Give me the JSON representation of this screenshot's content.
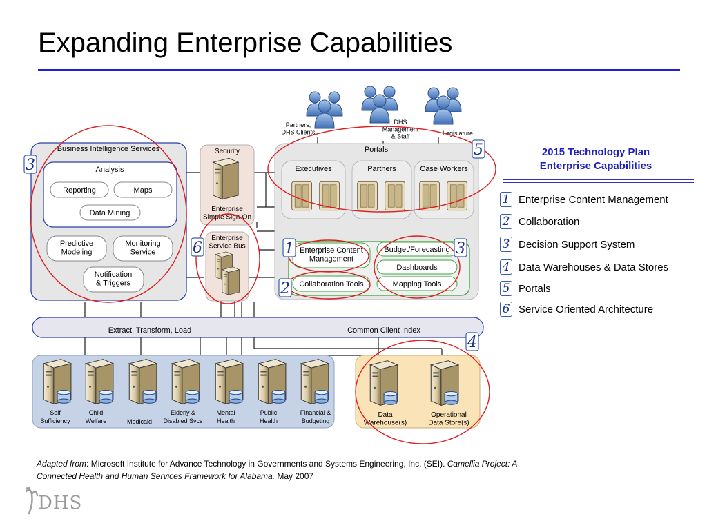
{
  "title": "Expanding Enterprise Capabilities",
  "diagram": {
    "users": {
      "partners": "Partners,\nDHS Clients",
      "management": "DHS\nManagement\n& Staff",
      "legislature": "Legislature"
    },
    "bi": {
      "title": "Business Intelligence Services",
      "analysis": "Analysis",
      "reporting": "Reporting",
      "maps": "Maps",
      "data_mining": "Data Mining",
      "predictive": "Predictive\nModeling",
      "monitoring": "Monitoring\nService",
      "notification": "Notification\n& Triggers"
    },
    "security": {
      "title": "Security",
      "sso": "Enterprise\nSimple Sign-On"
    },
    "esb": "Enterprise\nService Bus",
    "portals": {
      "title": "Portals",
      "executives": "Executives",
      "partners": "Partners",
      "case_workers": "Case Workers"
    },
    "content": {
      "ecm": "Enterprise Content\nManagement",
      "collab": "Collaboration Tools",
      "budget": "Budget/Forecasting",
      "dashboards": "Dashboards",
      "mapping": "Mapping Tools"
    },
    "etl": "Extract, Transform, Load",
    "cci": "Common Client Index",
    "systems": [
      "Self\nSufficiency",
      "Child\nWelfare",
      "Medicaid",
      "Elderly &\nDisabled Svcs",
      "Mental\nHealth",
      "Public\nHealth",
      "Financial &\nBudgeting"
    ],
    "warehouse": "Data\nWarehouse(s)",
    "ods": "Operational\nData Store(s)",
    "markers": [
      "1",
      "2",
      "3",
      "3",
      "4",
      "5",
      "6"
    ]
  },
  "sidebar": {
    "title_line1": "2015 Technology Plan",
    "title_line2": "Enterprise Capabilities",
    "items": [
      {
        "num": "1",
        "label": "Enterprise Content Management"
      },
      {
        "num": "2",
        "label": "Collaboration"
      },
      {
        "num": "3",
        "label": "Decision Support System"
      },
      {
        "num": "4",
        "label": "Data Warehouses & Data Stores"
      },
      {
        "num": "5",
        "label": "Portals"
      },
      {
        "num": "6",
        "label": "Service Oriented Architecture"
      }
    ]
  },
  "footnote": {
    "adapted": "Adapted from",
    "source": ": Microsoft Institute for Advance Technology in Governments and Systems Engineering, Inc. (SEI). ",
    "project": "Camellia Project: A Connected Health and Human Services Framework for Alabama.",
    "date": " May 2007"
  },
  "logo": "DHS",
  "colors": {
    "accent_blue": "#1f1fd6",
    "red_circle": "#dd1e1e",
    "bi_border": "#2b3fa6",
    "green_border": "#3aa43a",
    "warehouse_bg": "#fbe3b8"
  }
}
